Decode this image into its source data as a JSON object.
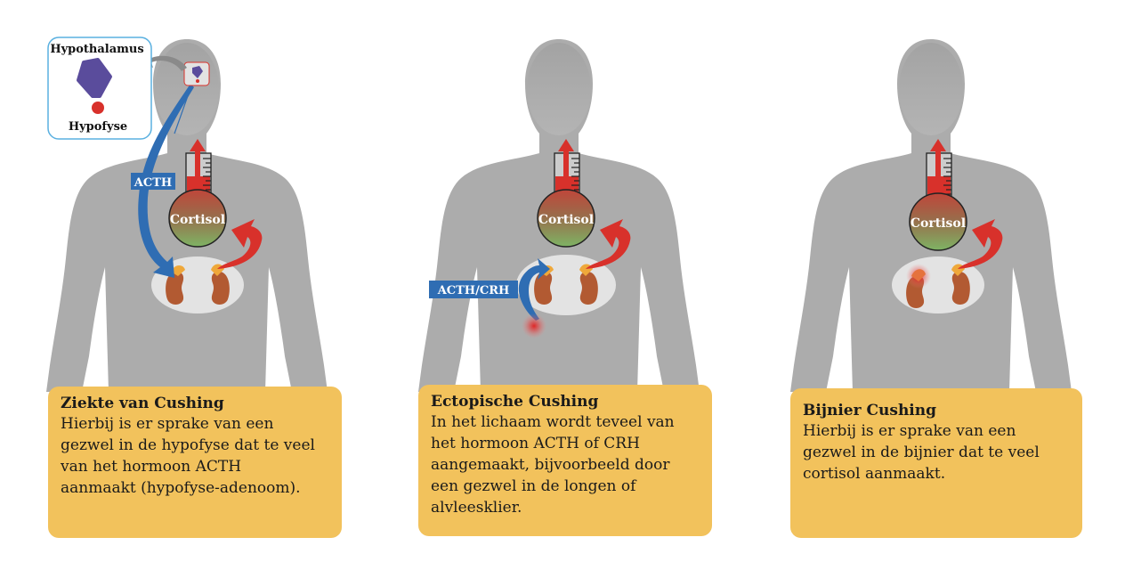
{
  "colors": {
    "body": "#acacac",
    "belly_area": "#e3e3e3",
    "acth_arrow": "#2f6db3",
    "cortisol_arrow": "#d8312b",
    "hypothalamus": "#5a4c9c",
    "hypofyse": "#d8312b",
    "card_bg": "#f2c25c",
    "kidney": "#b25a32",
    "adrenal": "#efa83a",
    "inset_border": "#5ab0e0"
  },
  "panels": [
    {
      "id": "ziekte",
      "inset": {
        "top_label": "Hypothalamus",
        "bottom_label": "Hypofyse"
      },
      "hormone_label": "ACTH",
      "cortisol_label": "Cortisol",
      "card": {
        "title": "Ziekte van Cushing",
        "body": "Hierbij is er sprake van een\ngezwel in de hypofyse dat te veel\nvan het hormoon ACTH\naanmaakt (hypofyse-adenoom)."
      }
    },
    {
      "id": "ectopisch",
      "hormone_label": "ACTH/CRH",
      "cortisol_label": "Cortisol",
      "card": {
        "title": "Ectopische Cushing",
        "body": "In het lichaam wordt teveel van\nhet hormoon ACTH of CRH\naangemaakt, bijvoorbeeld door\neen gezwel in de longen of\nalvleesklier."
      }
    },
    {
      "id": "bijnier",
      "cortisol_label": "Cortisol",
      "card": {
        "title": "Bijnier Cushing",
        "body": "Hierbij is er sprake van een\ngezwel in de bijnier dat te veel\ncortisol aanmaakt."
      }
    }
  ]
}
